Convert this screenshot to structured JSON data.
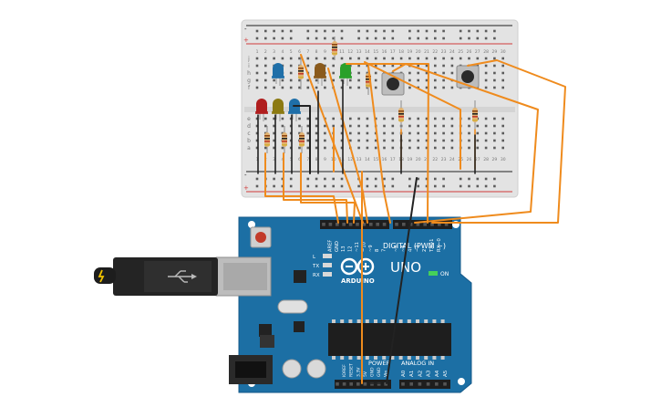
{
  "arduino": {
    "brand": "ARDUINO",
    "model": "UNO",
    "digital_label": "DIGITAL (PWM ~)",
    "analog_label": "ANALOG IN",
    "power_label": "POWER",
    "on_label": "ON",
    "led_labels": [
      "L",
      "TX",
      "RX"
    ],
    "top_pins": [
      "AREF",
      "GND",
      "13",
      "12",
      "~11",
      "~10",
      "~9",
      "8",
      "7",
      "~6",
      "~5",
      "4",
      "~3",
      "2",
      "TX→1",
      "RX←0"
    ],
    "power_pins": [
      "IOREF",
      "RESET",
      "3.3V",
      "5V",
      "GND",
      "GND",
      "Vin"
    ],
    "analog_pins": [
      "A0",
      "A1",
      "A2",
      "A3",
      "A4",
      "A5"
    ]
  },
  "breadboard": {
    "row_letters_top": [
      "j",
      "i",
      "h",
      "g",
      "f"
    ],
    "row_letters_bottom": [
      "e",
      "d",
      "c",
      "b",
      "a"
    ],
    "column_numbers": [
      "1",
      "2",
      "3",
      "4",
      "5",
      "6",
      "7",
      "8",
      "9",
      "10",
      "11",
      "12",
      "13",
      "14",
      "15",
      "16",
      "17",
      "18",
      "19",
      "20",
      "21",
      "22",
      "23",
      "24",
      "25",
      "26",
      "27",
      "28",
      "29",
      "30"
    ],
    "rail_plus": "+",
    "rail_minus": "-"
  },
  "leds": [
    {
      "id": "led-blue-top",
      "color": "#1f6fa8"
    },
    {
      "id": "led-brown-top",
      "color": "#8a5a1c"
    },
    {
      "id": "led-green-top",
      "color": "#2aa02a"
    },
    {
      "id": "led-red",
      "color": "#b01e1e"
    },
    {
      "id": "led-olive",
      "color": "#8c7a12"
    },
    {
      "id": "led-blue-bottom",
      "color": "#1f6fa8"
    }
  ],
  "colors": {
    "board_blue": "#1c6fa4",
    "wire_orange": "#ef8b1d",
    "wire_black": "#222222",
    "breadboard": "#e6e6e6",
    "rail_red": "#d23b3b"
  }
}
